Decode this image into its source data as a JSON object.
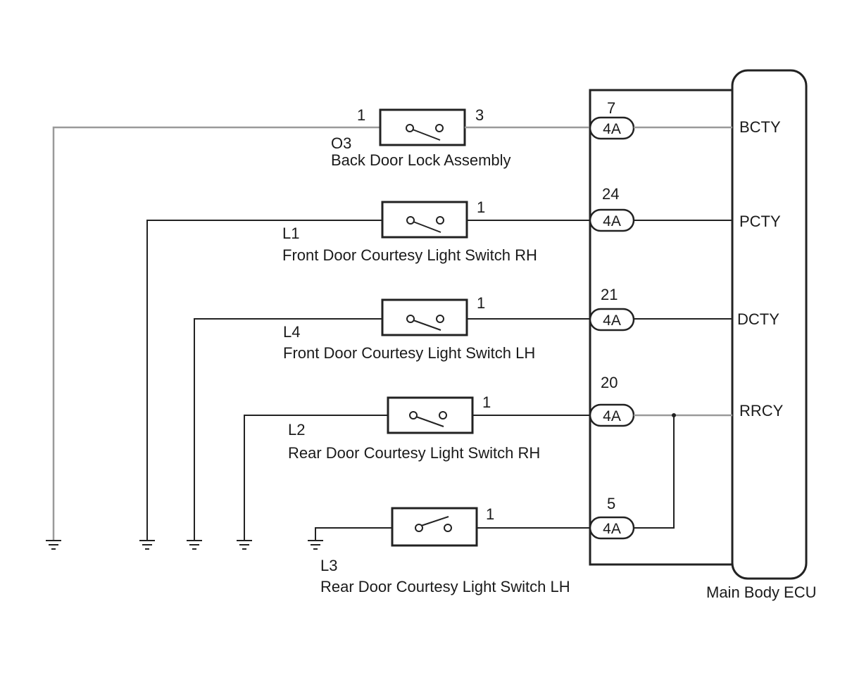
{
  "ecu": {
    "name": "Main Body ECU",
    "connector": "4A",
    "terminals": [
      {
        "signal": "BCTY",
        "pin": "7"
      },
      {
        "signal": "PCTY",
        "pin": "24"
      },
      {
        "signal": "DCTY",
        "pin": "21"
      },
      {
        "signal": "RRCY",
        "pin": "20"
      },
      {
        "pin": "5"
      }
    ]
  },
  "switches": [
    {
      "code": "O3",
      "name": "Back Door Lock Assembly",
      "pin_left": "1",
      "pin_right": "3"
    },
    {
      "code": "L1",
      "name": "Front Door Courtesy Light Switch RH",
      "pin_right": "1"
    },
    {
      "code": "L4",
      "name": "Front Door Courtesy Light Switch LH",
      "pin_right": "1"
    },
    {
      "code": "L2",
      "name": "Rear Door Courtesy Light Switch RH",
      "pin_right": "1"
    },
    {
      "code": "L3",
      "name": "Rear Door Courtesy Light Switch LH",
      "pin_right": "1"
    }
  ]
}
